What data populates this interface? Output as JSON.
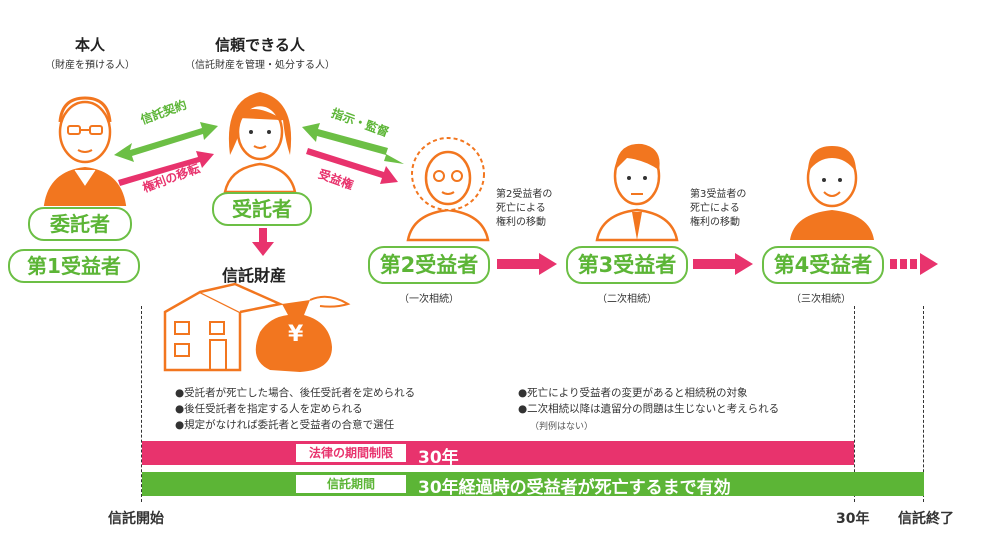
{
  "principal": {
    "title": "本人",
    "subtitle": "（財産を預ける人）",
    "role1": "委託者",
    "role2": "第1受益者"
  },
  "trustee": {
    "title": "信頼できる人",
    "subtitle": "（信託財産を管理・処分する人）",
    "role": "受託者"
  },
  "arrows": {
    "trust_contract": "信託契約",
    "transfer_of_rights": "権利の移転",
    "instructions": "指示・監督",
    "beneficial_right": "受益権"
  },
  "trust_property": "信託財産",
  "yen_symbol": "¥",
  "beneficiaries": [
    {
      "label": "第2受益者",
      "inherit": "（一次相続）"
    },
    {
      "label": "第3受益者",
      "inherit": "（二次相続）"
    },
    {
      "label": "第4受益者",
      "inherit": "（三次相続）"
    }
  ],
  "transfers": [
    {
      "line1": "第2受益者の",
      "line2": "死亡による",
      "line3": "権利の移動"
    },
    {
      "line1": "第3受益者の",
      "line2": "死亡による",
      "line3": "権利の移動"
    }
  ],
  "notes_left": [
    "●受託者が死亡した場合、後任受託者を定められる",
    "●後任受託者を指定する人を定められる",
    "●規定がなければ委託者と受益者の合意で選任"
  ],
  "notes_right": [
    "●死亡により受益者の変更があると相続税の対象",
    "●二次相続以降は遺留分の問題は生じないと考えられる"
  ],
  "notes_right_small": "（判例はない）",
  "bars": {
    "legal_limit_label": "法律の期間制限",
    "legal_limit_value": "30年",
    "trust_period_label": "信託期間",
    "trust_period_value": "30年経過時の受益者が死亡するまで有効"
  },
  "axis": {
    "start": "信託開始",
    "year30": "30年",
    "end": "信託終了"
  },
  "colors": {
    "green": "#6cbf45",
    "pink": "#e8336d",
    "orange": "#f2761f"
  }
}
